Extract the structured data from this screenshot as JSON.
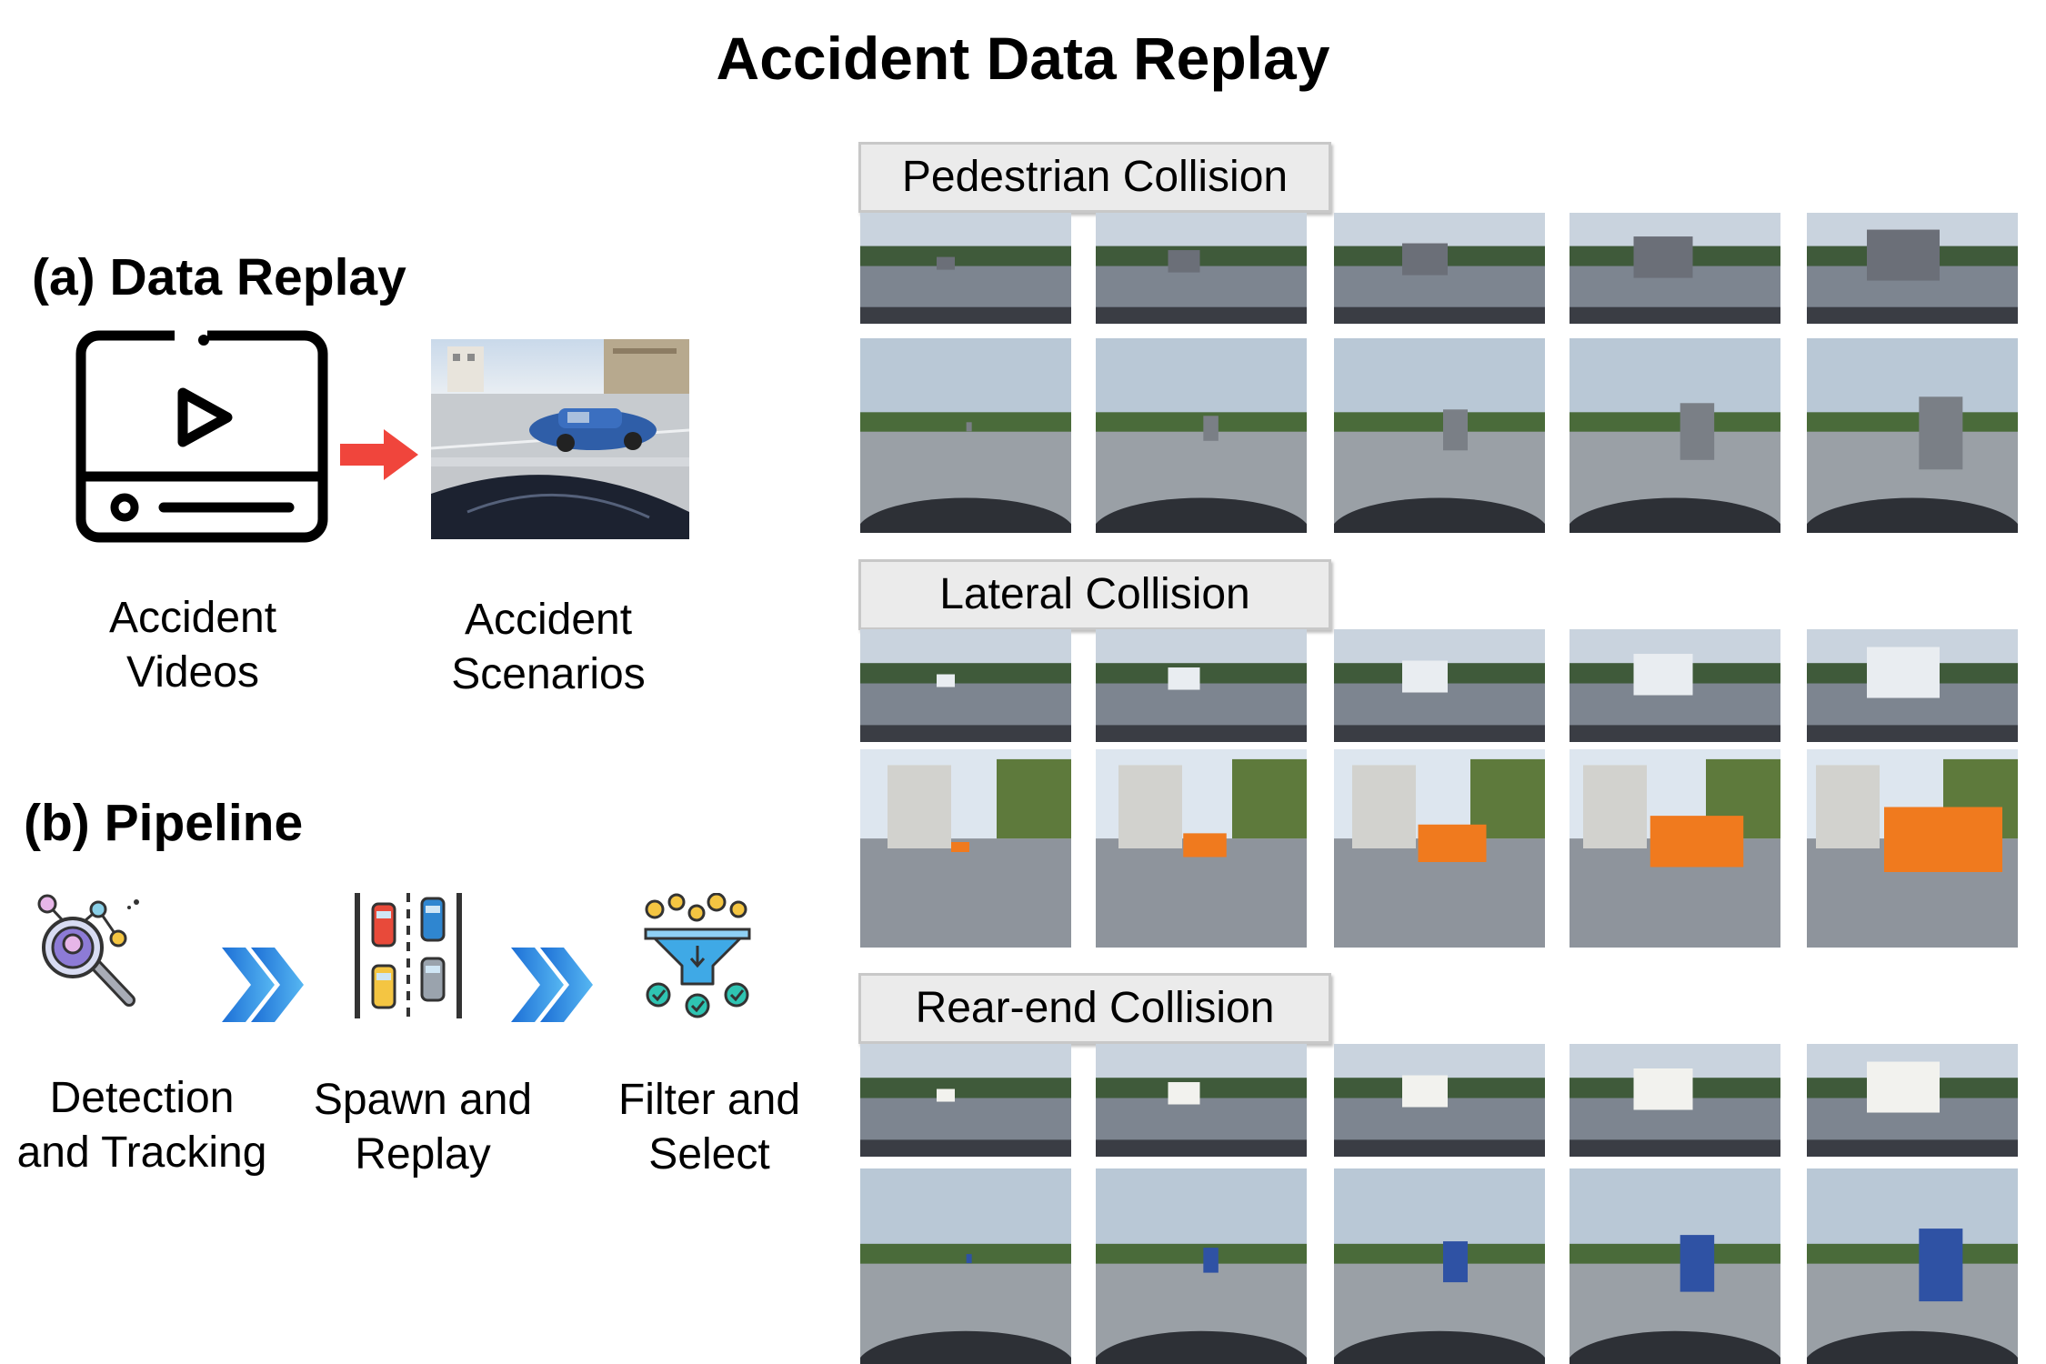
{
  "title": "Accident Data Replay",
  "section_a": {
    "title": "(a) Data Replay",
    "input_caption": "Accident\nVideos",
    "output_caption": "Accident\nScenarios"
  },
  "section_b": {
    "title": "(b) Pipeline",
    "steps": [
      {
        "label": "Detection\nand Tracking",
        "icon": "detection-tracking-icon"
      },
      {
        "label": "Spawn and\nReplay",
        "icon": "traffic-lanes-icon"
      },
      {
        "label": "Filter and\nSelect",
        "icon": "filter-funnel-icon"
      }
    ]
  },
  "categories": [
    {
      "label": "Pedestrian Collision"
    },
    {
      "label": "Lateral Collision"
    },
    {
      "label": "Rear-end Collision"
    }
  ],
  "colors": {
    "arrow_red": "#f0453c",
    "chevron_blue": "#2e86de",
    "label_bg": "#ebebeb",
    "label_border": "#c8c8c8"
  }
}
